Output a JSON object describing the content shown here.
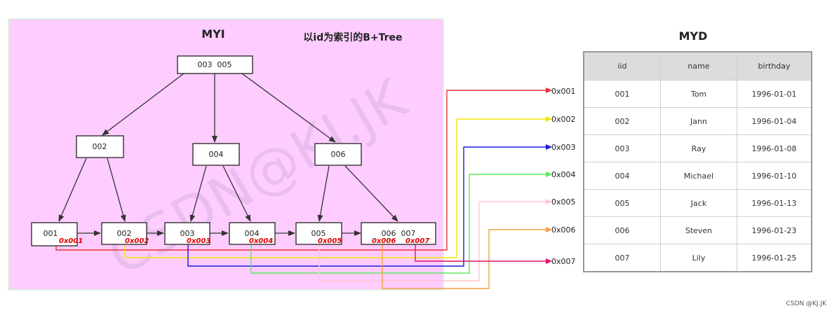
{
  "myi": {
    "title": "MYI",
    "subtitle": "以id为索引的B+Tree",
    "root": "003  005",
    "internal": [
      "002",
      "004",
      "006"
    ],
    "leaves": [
      {
        "keys": "001",
        "ptrs": [
          "0x001"
        ]
      },
      {
        "keys": "002",
        "ptrs": [
          "0x002"
        ]
      },
      {
        "keys": "003",
        "ptrs": [
          "0x003"
        ]
      },
      {
        "keys": "004",
        "ptrs": [
          "0x004"
        ]
      },
      {
        "keys": "005",
        "ptrs": [
          "0x005"
        ]
      },
      {
        "keys": "006  007",
        "ptrs": [
          "0x006",
          "0x007"
        ]
      }
    ]
  },
  "addresses": [
    "0x001",
    "0x002",
    "0x003",
    "0x004",
    "0x005",
    "0x006",
    "0x007"
  ],
  "myd": {
    "title": "MYD",
    "columns": [
      "iid",
      "name",
      "birthday"
    ],
    "rows": [
      [
        "001",
        "Tom",
        "1996-01-01"
      ],
      [
        "002",
        "Jann",
        "1996-01-04"
      ],
      [
        "003",
        "Ray",
        "1996-01-08"
      ],
      [
        "004",
        "Michael",
        "1996-01-10"
      ],
      [
        "005",
        "Jack",
        "1996-01-13"
      ],
      [
        "006",
        "Steven",
        "1996-01-23"
      ],
      [
        "007",
        "Lily",
        "1996-01-25"
      ]
    ]
  },
  "colors": {
    "panel": "#ffccff",
    "arrow_dark": "#333333",
    "ptr_red": "#e00000",
    "links": [
      "#e8303a",
      "#f2e600",
      "#1b1bd8",
      "#5de85d",
      "#ffc6d2",
      "#f5a040",
      "#e0106a"
    ]
  },
  "watermark": "CSDN@KJ.JK",
  "credit": "CSDN @KJ.JK"
}
